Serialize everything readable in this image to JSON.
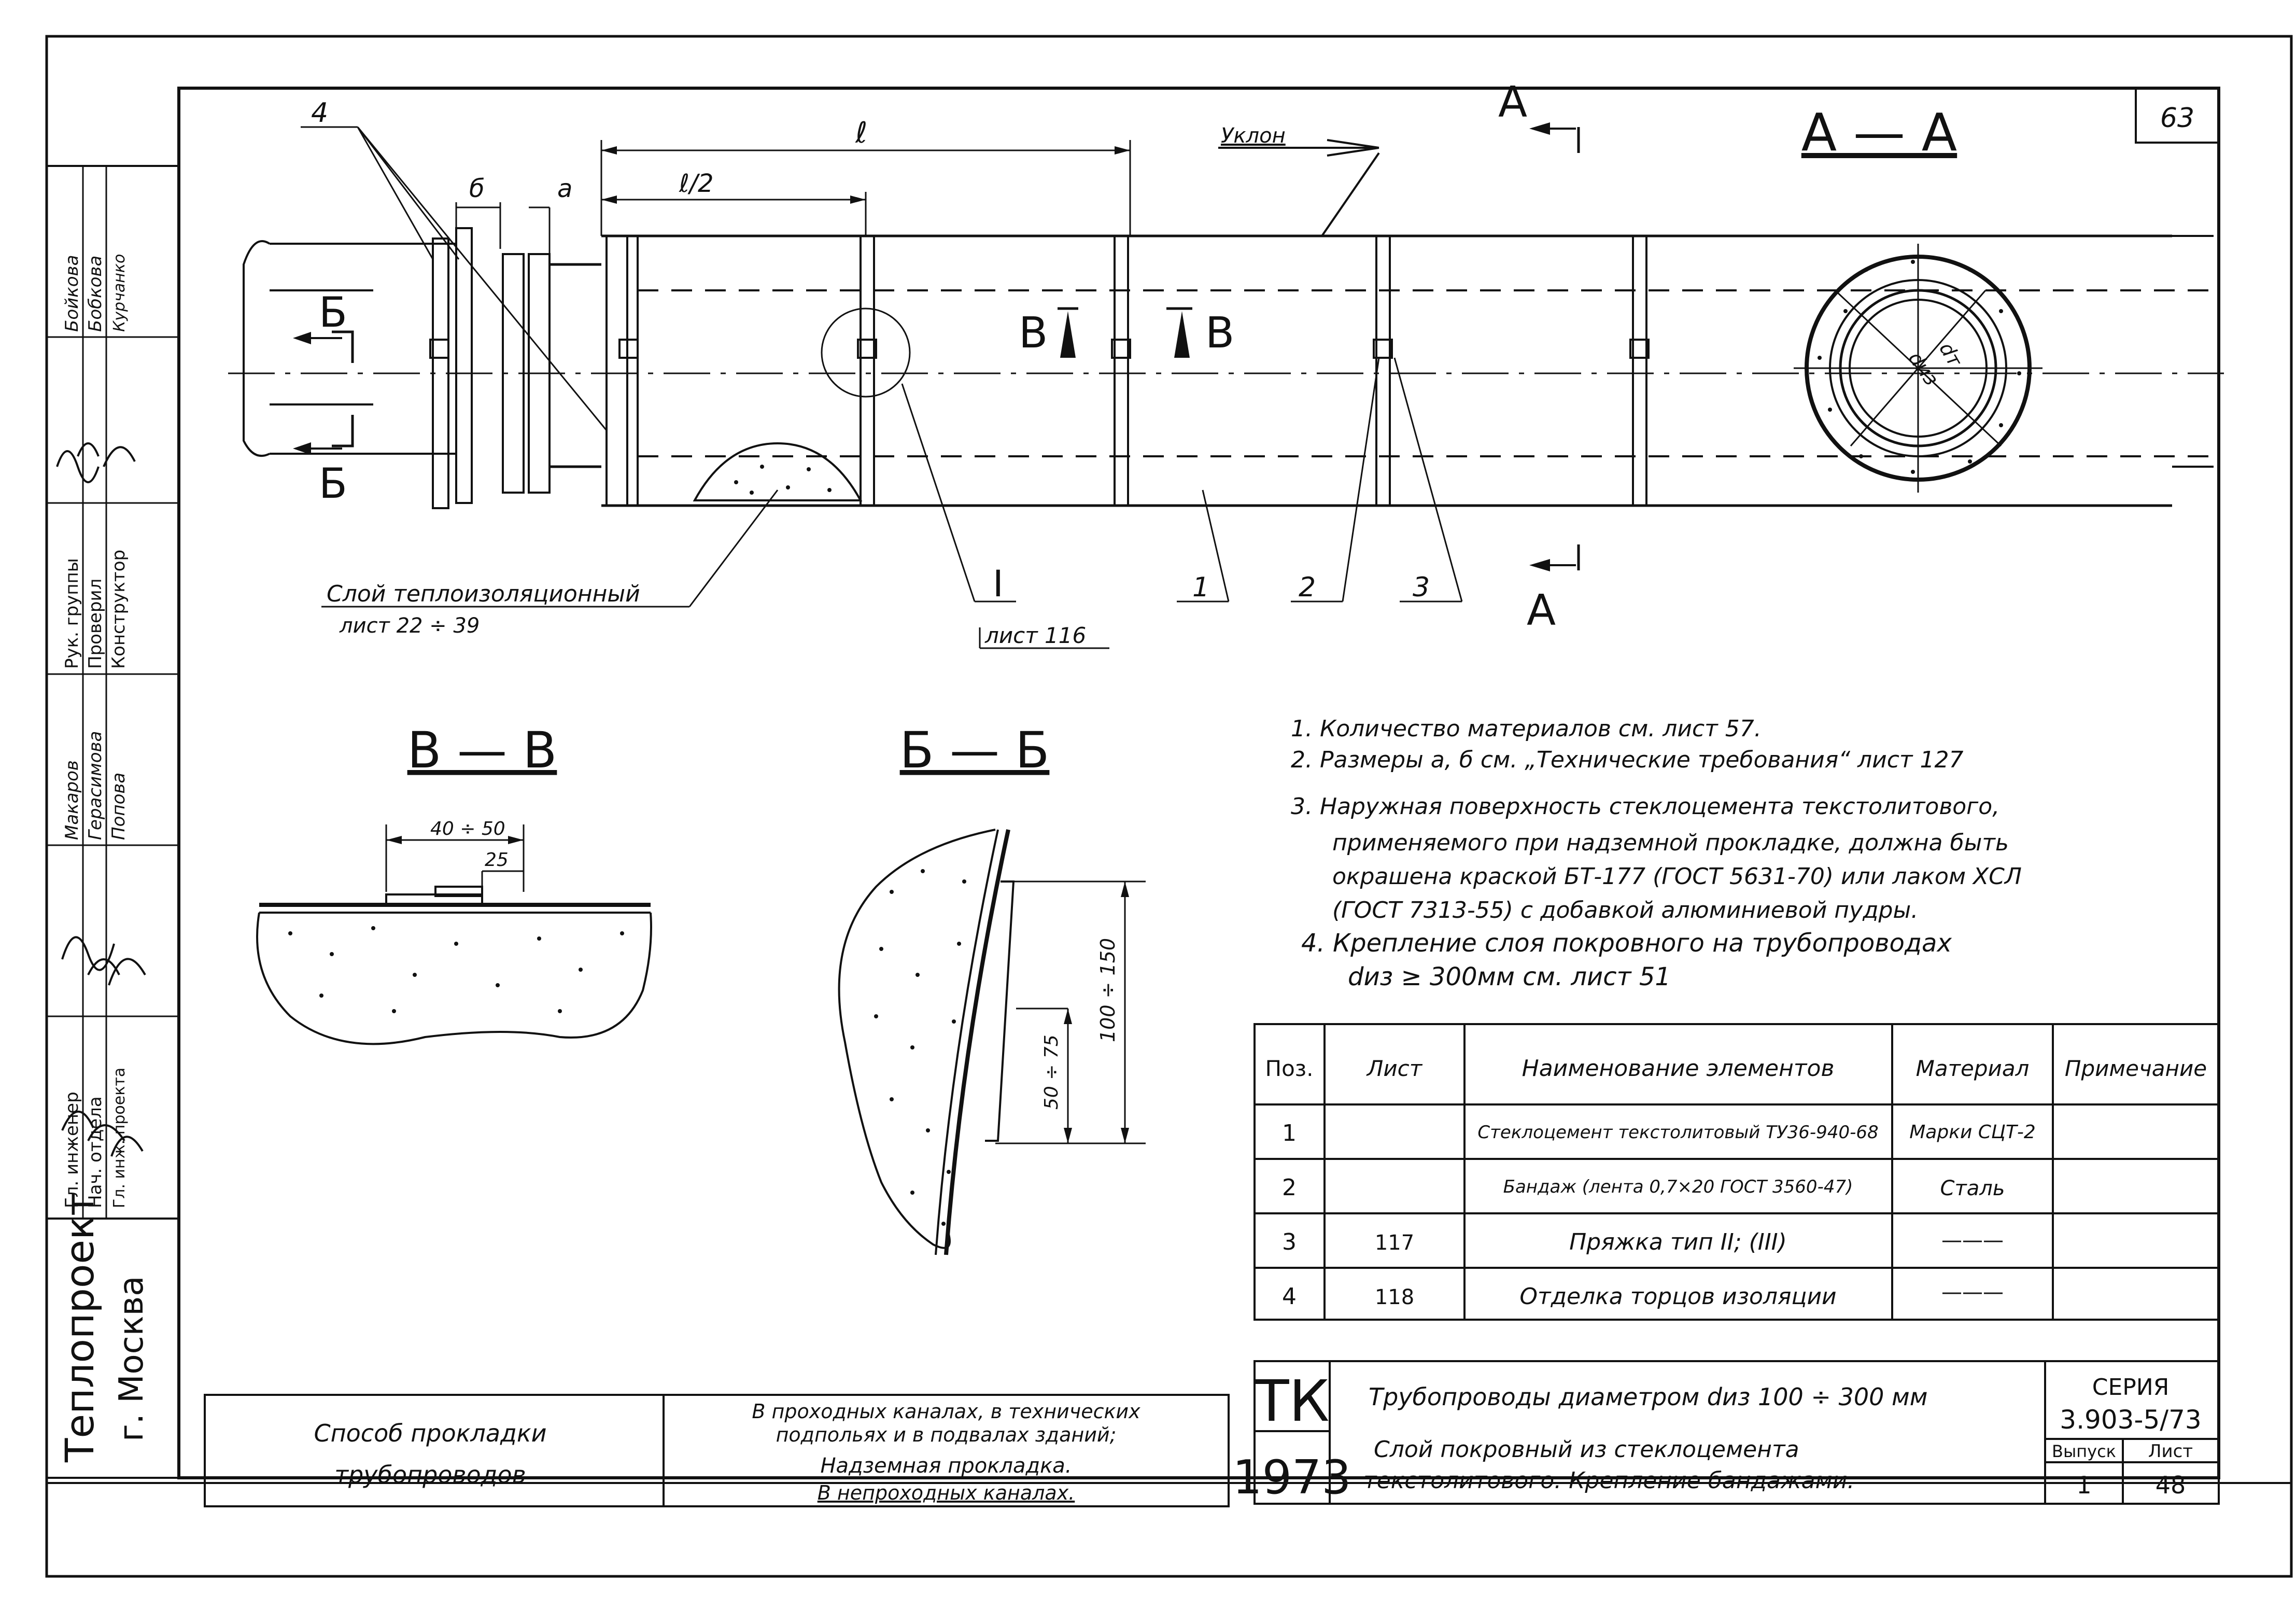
{
  "sheet": {
    "page_number": "63",
    "org": "Теплопроект",
    "city": "г. Москва"
  },
  "sidebar": {
    "roles": [
      "Гл. инженер",
      "Нач. отдела",
      "Гл. инж. проекта",
      "Рук. группы",
      "Проверил",
      "Конструктор"
    ],
    "names": [
      "Бойкова",
      "Бобкова",
      "Курчанко",
      "Макаров",
      "Герасимова",
      "Попова"
    ]
  },
  "main_view": {
    "dim_l": "ℓ",
    "dim_l_half": "ℓ/2",
    "dim_b": "б",
    "dim_a": "а",
    "slope_label": "Уклон",
    "callout_4": "4",
    "callout_1": "1",
    "callout_2": "2",
    "callout_3": "3",
    "callout_roman": "I",
    "callout_roman_ref": "лист 116",
    "insulation_label": "Слой теплоизоляционный",
    "insulation_ref": "лист 22 ÷ 39",
    "cut_b_letter": "Б",
    "cut_v_letter": "В",
    "cut_a_letter": "А"
  },
  "section_aa": {
    "title": "А — А",
    "d_iz": "dиз",
    "d_t": "dт"
  },
  "section_vv": {
    "title": "В — В",
    "dim_overlap": "40 ÷ 50",
    "dim_25": "25"
  },
  "section_bb": {
    "title": "Б — Б",
    "dim_100_150": "100 ÷ 150",
    "dim_50_75": "50 ÷ 75"
  },
  "notes": [
    "1. Количество материалов см. лист 57.",
    "2. Размеры а, б см. „Технические требования“ лист 127",
    "3. Наружная поверхность стеклоцемента текстолитового,",
    "применяемого при надземной прокладке, должна быть",
    "окрашена краской БТ-177 (ГОСТ 5631-70) или лаком ХСЛ",
    "(ГОСТ 7313-55) с добавкой алюминиевой пудры.",
    "4. Крепление слоя покровного на трубопроводах",
    "dиз ≥ 300мм см. лист 51"
  ],
  "spec_table": {
    "headers": [
      "Поз.",
      "Лист",
      "Наименование элементов",
      "Материал",
      "Примечание"
    ],
    "rows": [
      {
        "pos": "1",
        "sheet": "",
        "name": "Стеклоцемент текстолитовый ТУ36-940-68",
        "material": "Марки СЦТ-2",
        "note": ""
      },
      {
        "pos": "2",
        "sheet": "",
        "name": "Бандаж (лента 0,7×20 ГОСТ 3560-47)",
        "material": "Сталь",
        "note": ""
      },
      {
        "pos": "3",
        "sheet": "117",
        "name": "Пряжка тип II; (III)",
        "material": "———",
        "note": ""
      },
      {
        "pos": "4",
        "sheet": "118",
        "name": "Отделка торцов изоляции",
        "material": "———",
        "note": ""
      }
    ]
  },
  "method_block": {
    "left_line1": "Способ прокладки",
    "left_line2": "трубопроводов",
    "right_line1": "В проходных каналах, в технических",
    "right_line2": "подпольях и в подвалах зданий;",
    "right_line3": "Надземная прокладка.",
    "right_line4": "В непроходных каналах."
  },
  "title_block": {
    "code_top": "ТК",
    "code_year": "1973",
    "title_line1": "Трубопроводы диаметром dиз 100 ÷ 300 мм",
    "title_line2": "Слой покровный из стеклоцемента",
    "title_line3": "текстолитового. Крепление бандажами.",
    "series_label": "СЕРИЯ",
    "series_value": "3.903-5/73",
    "issue_label": "Выпуск",
    "issue_value": "1",
    "sheet_label": "Лист",
    "sheet_value": "48"
  }
}
